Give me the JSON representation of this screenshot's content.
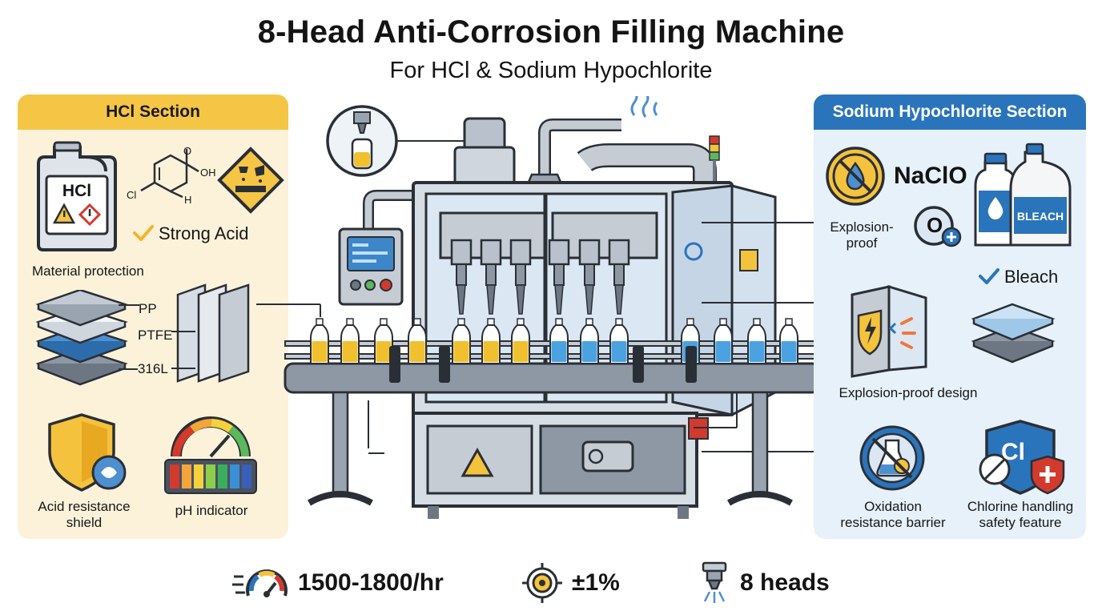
{
  "header": {
    "title": "8-Head Anti-Corrosion Filling Machine",
    "subtitle": "For HCl & Sodium Hypochlorite"
  },
  "hcl_section": {
    "heading": "HCl Section",
    "jug_label": "HCl",
    "molecule_atoms": [
      "O",
      "OH",
      "Cl",
      "H"
    ],
    "strong_acid": "Strong Acid",
    "material_protection": "Material protection",
    "layers": [
      "PP",
      "PTFE",
      "316L"
    ],
    "acid_shield": "Acid resistance shield",
    "ph_indicator": "pH indicator"
  },
  "naclo_section": {
    "heading": "Sodium Hypochlorite Section",
    "formula": "NaClO",
    "explosion_proof": "Explosion-proof",
    "oxygen_symbol": "O",
    "bleach_bottle_label": "BLEACH",
    "bleach": "Bleach",
    "explosion_design": "Explosion-proof design",
    "oxidation_barrier": "Oxidation resistance barrier",
    "chlorine_safety": "Chlorine handling safety feature",
    "chlorine_symbol": "Cl"
  },
  "specs": [
    {
      "icon": "speedometer-icon",
      "value": "1500-1800/hr"
    },
    {
      "icon": "target-icon",
      "value": "±1%"
    },
    {
      "icon": "nozzle-icon",
      "value": "8 heads"
    }
  ],
  "colors": {
    "hcl_yellow": "#f5c646",
    "hcl_panel": "#fcf2da",
    "naclo_blue": "#2a74bb",
    "naclo_panel": "#e6f1fa",
    "acid_liquid": "#f0c02e",
    "bleach_liquid": "#4aa3e0",
    "steel": "#b9c2cc"
  }
}
